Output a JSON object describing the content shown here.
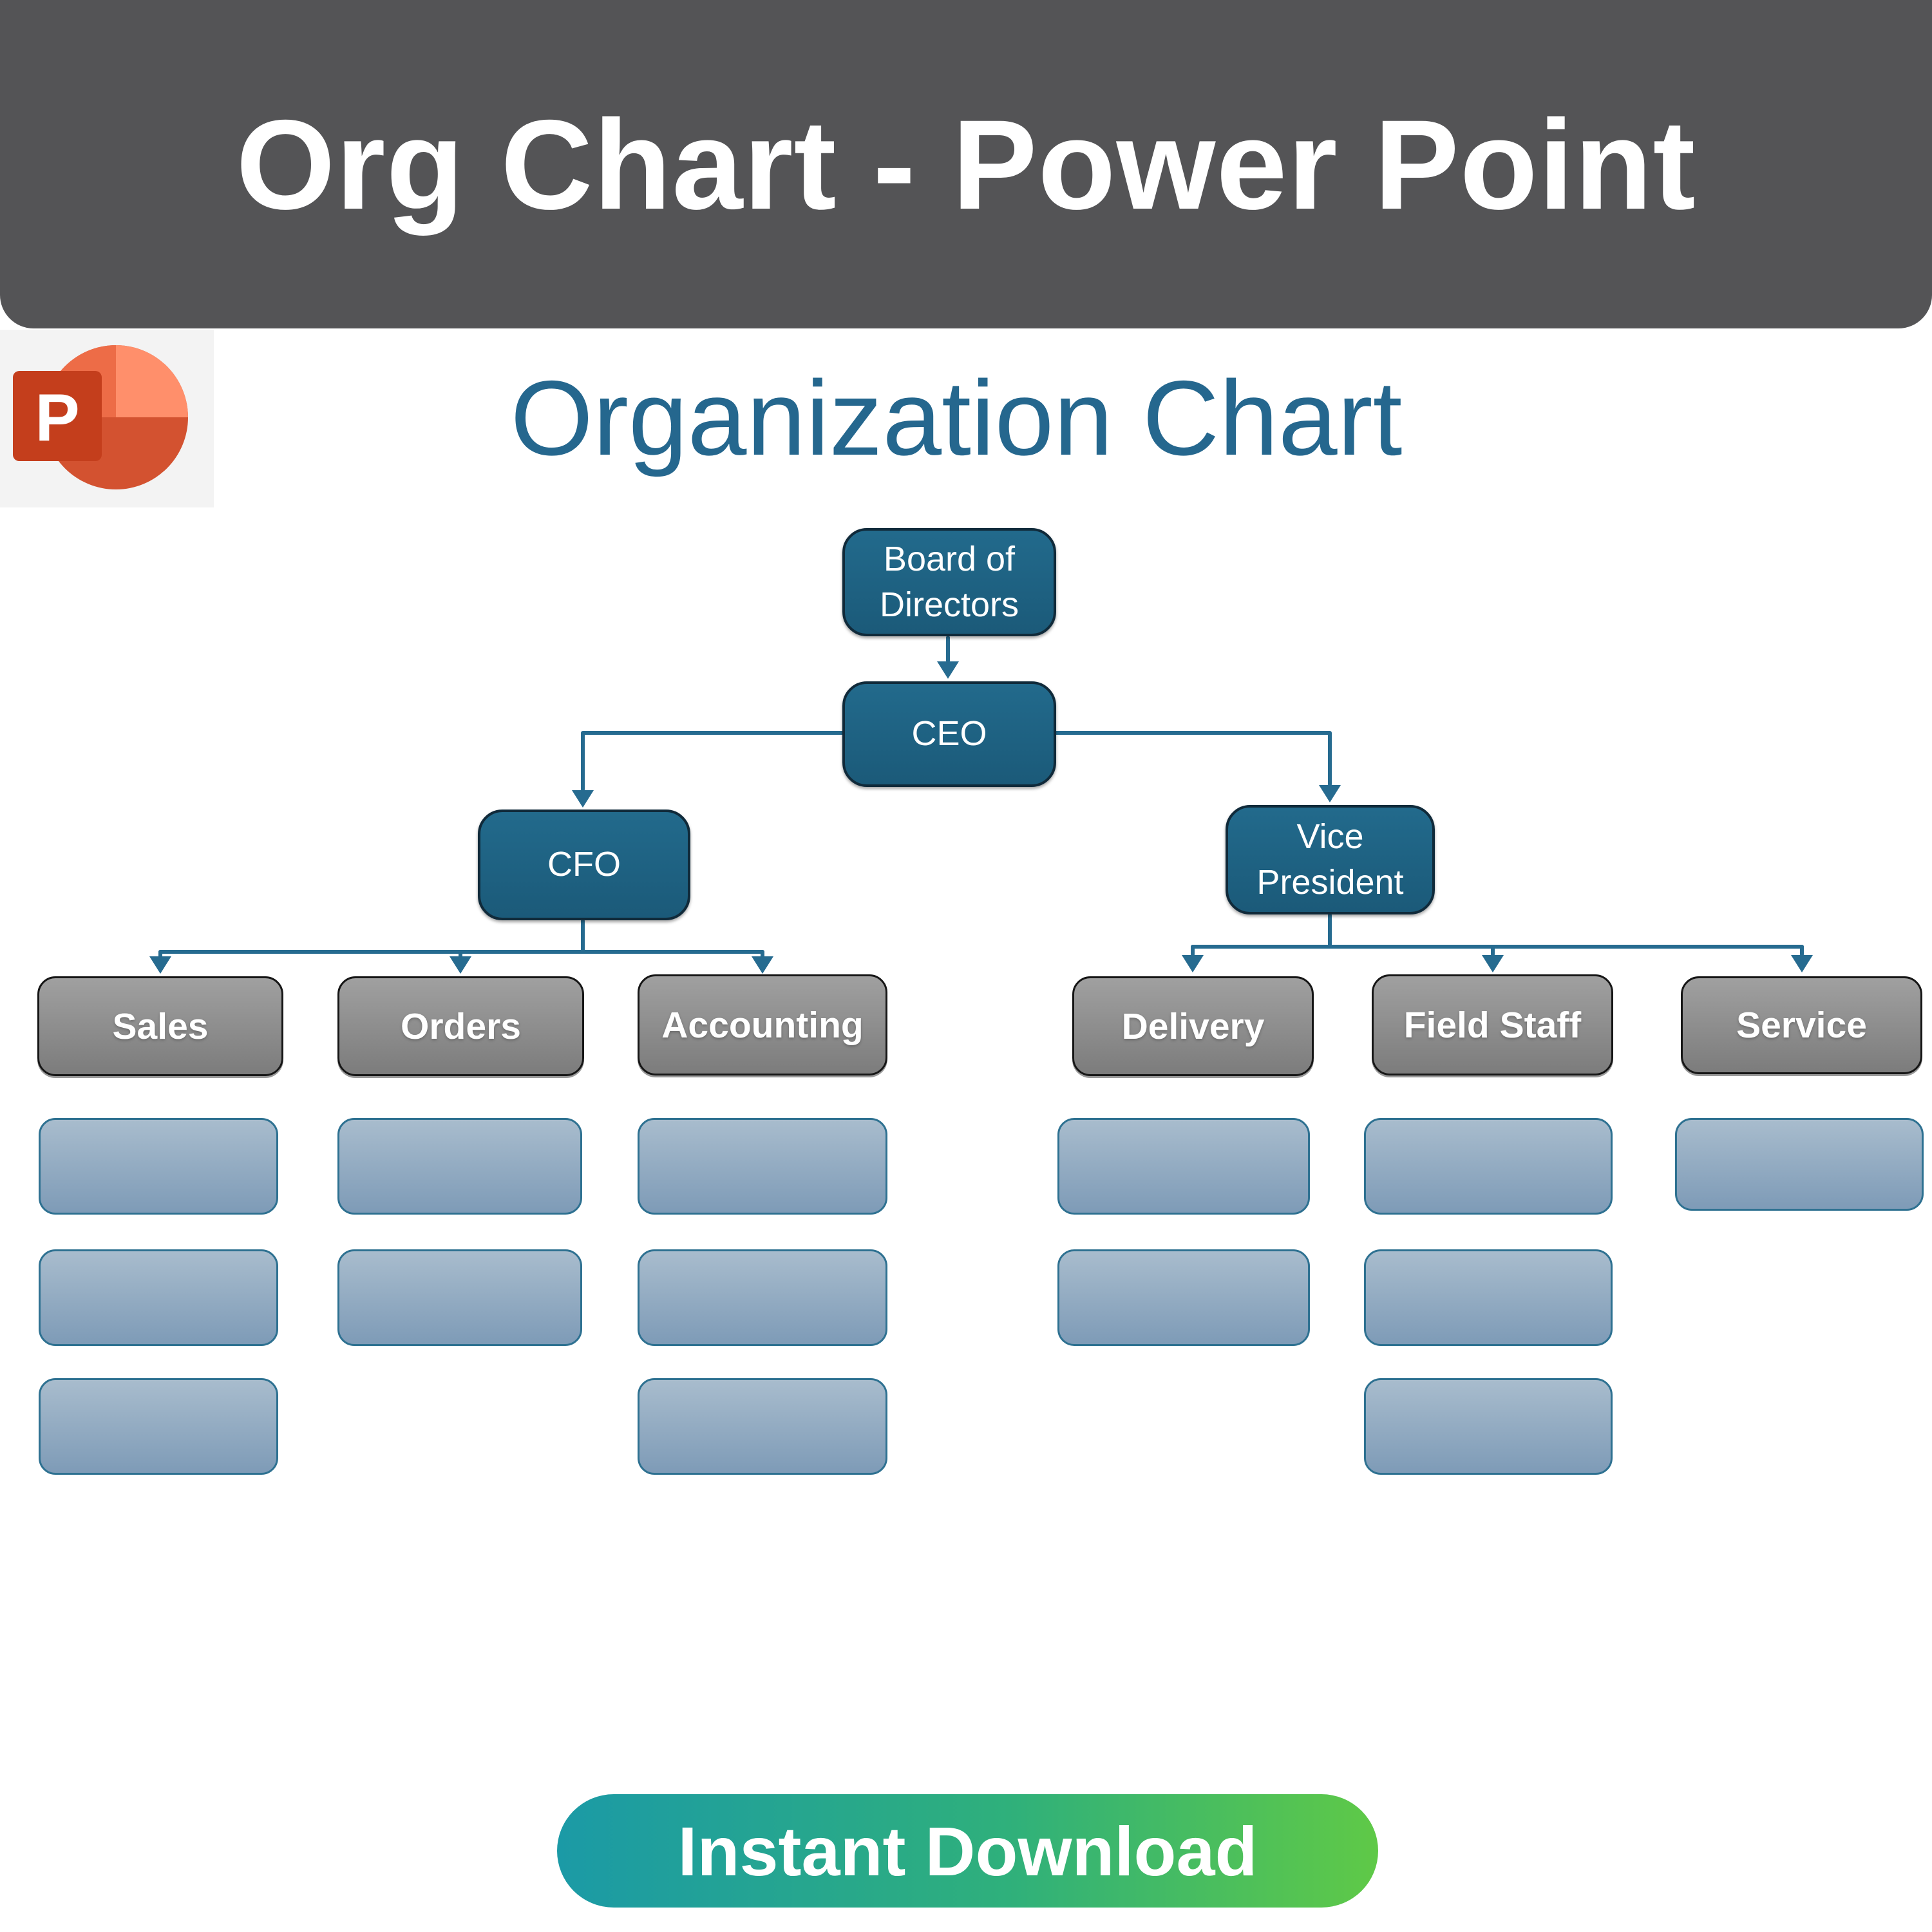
{
  "banner": {
    "title": "Org Chart - Power Point",
    "background": "#545456",
    "text_color": "#ffffff"
  },
  "powerpoint_icon": {
    "letter": "P",
    "tile_background": "#f3f3f3",
    "circle_main": "#d35230",
    "circle_top_left": "#ed6c47",
    "circle_top_right": "#ff8f6b",
    "square": "#c43e1c"
  },
  "chart_title": {
    "text": "Organization Chart",
    "color": "#25678e"
  },
  "org_chart": {
    "connector_color": "#266b90",
    "executive_fill": "#1e5f7e",
    "department_fill": "#8f8f8f",
    "placeholder_fill": "#93aec5",
    "executive_nodes": {
      "board": {
        "label": "Board of Directors",
        "reports_to": null
      },
      "ceo": {
        "label": "CEO",
        "reports_to": "Board of Directors"
      },
      "cfo": {
        "label": "CFO",
        "reports_to": "CEO"
      },
      "vp": {
        "label": "Vice President",
        "reports_to": "CEO"
      }
    },
    "departments": [
      {
        "label": "Sales",
        "reports_to": "CFO",
        "placeholder_slots": 3
      },
      {
        "label": "Orders",
        "reports_to": "CFO",
        "placeholder_slots": 2
      },
      {
        "label": "Accounting",
        "reports_to": "CFO",
        "placeholder_slots": 3
      },
      {
        "label": "Delivery",
        "reports_to": "Vice President",
        "placeholder_slots": 2
      },
      {
        "label": "Field Staff",
        "reports_to": "Vice President",
        "placeholder_slots": 3
      },
      {
        "label": "Service",
        "reports_to": "Vice President",
        "placeholder_slots": 1
      }
    ]
  },
  "download_button": {
    "label": "Instant Download",
    "gradient_start": "#1b9aa6",
    "gradient_end": "#5fc947",
    "text_color": "#ffffff"
  }
}
